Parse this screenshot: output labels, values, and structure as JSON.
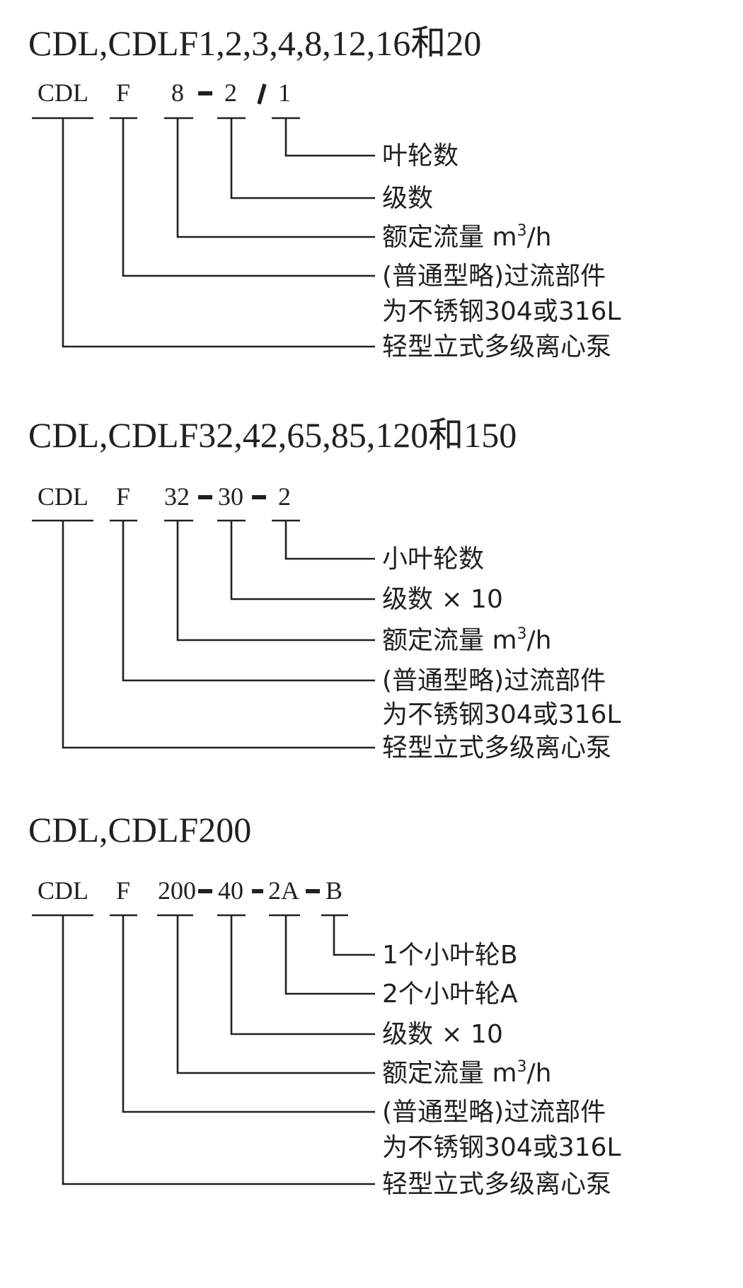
{
  "sections": [
    {
      "title": "CDL,CDLF1,2,3,4,8,12,16和20",
      "codes": [
        "CDL",
        "F",
        "8",
        "2",
        "1"
      ],
      "labels": {
        "impellers": "叶轮数",
        "stages": "级数",
        "flow": "额定流量 m",
        "flow_sup": "3",
        "flow_unit": "/h",
        "material_1": "(普通型略)过流部件",
        "material_2": "为不锈钢304或316L",
        "pump_type": "轻型立式多级离心泵"
      }
    },
    {
      "title": "CDL,CDLF32,42,65,85,120和150",
      "codes": [
        "CDL",
        "F",
        "32",
        "30",
        "2"
      ],
      "labels": {
        "small_impellers": "小叶轮数",
        "stages": "级数 × 10",
        "flow": "额定流量 m",
        "flow_sup": "3",
        "flow_unit": "/h",
        "material_1": "(普通型略)过流部件",
        "material_2": "为不锈钢304或316L",
        "pump_type": "轻型立式多级离心泵"
      }
    },
    {
      "title": "CDL,CDLF200",
      "codes": [
        "CDL",
        "F",
        "200",
        "40",
        "2A",
        "B"
      ],
      "labels": {
        "impeller_b": "1个小叶轮B",
        "impeller_a": "2个小叶轮A",
        "stages": "级数 × 10",
        "flow": "额定流量 m",
        "flow_sup": "3",
        "flow_unit": "/h",
        "material_1": "(普通型略)过流部件",
        "material_2": "为不锈钢304或316L",
        "pump_type": "轻型立式多级离心泵"
      }
    }
  ]
}
